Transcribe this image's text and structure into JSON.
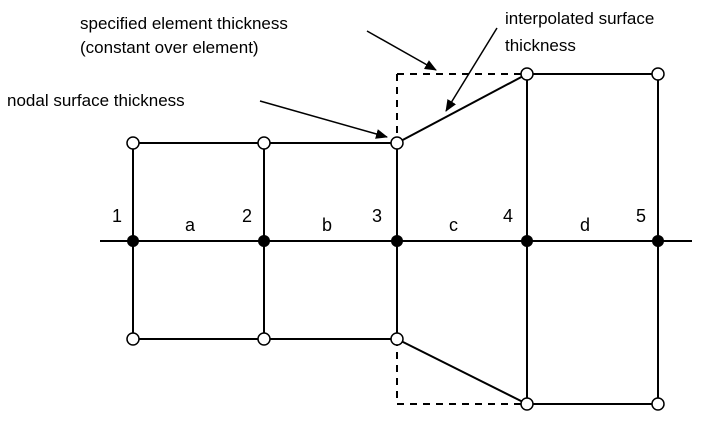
{
  "annotations": {
    "specified_element_thickness_line1": "specified element thickness",
    "specified_element_thickness_line2": "(constant over element)",
    "interpolated_surface_thickness_line1": "interpolated surface",
    "interpolated_surface_thickness_line2": "thickness",
    "nodal_surface_thickness": "nodal surface thickness"
  },
  "node_labels": [
    "1",
    "2",
    "3",
    "4",
    "5"
  ],
  "element_labels": [
    "a",
    "b",
    "c",
    "d"
  ]
}
